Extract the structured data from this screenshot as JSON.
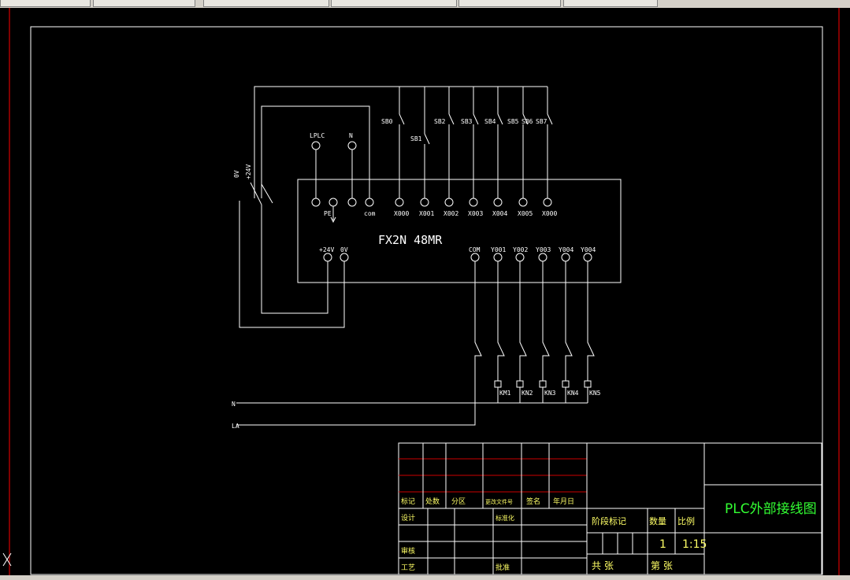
{
  "toolbar": {
    "tabs": [
      "",
      "",
      "",
      "",
      "",
      ""
    ]
  },
  "plc": {
    "model": "FX2N 48MR",
    "top_terminals": [
      "com",
      "X000",
      "X001",
      "X002",
      "X003",
      "X004",
      "X005",
      "X000"
    ],
    "power_labels": [
      "LPLC",
      "N"
    ],
    "pe_label": "PE",
    "supply_terminals": [
      "+24V",
      "0V"
    ],
    "output_terminals": [
      "COM",
      "Y001",
      "Y002",
      "Y003",
      "Y004",
      "Y004"
    ],
    "buttons": [
      "SB0",
      "SB1",
      "SB2",
      "SB3",
      "SB4",
      "SB5",
      "SB6",
      "SB7"
    ],
    "switch_labels": [
      "0V",
      "+24V"
    ],
    "coils": [
      "KM1",
      "KN2",
      "KN3",
      "KN4",
      "KN5"
    ],
    "lines": [
      "N",
      "LA"
    ]
  },
  "title_block": {
    "title": "PLC外部接线图",
    "row_labels": [
      "标记",
      "处数",
      "分区",
      "更改文件号",
      "签名",
      "年月日"
    ],
    "design": "设计",
    "standard": "标准化",
    "check": "审核",
    "process": "工艺",
    "approve": "批准",
    "stage": "阶段标记",
    "quantity": "数量",
    "scale_label": "比例",
    "qty_value": "1",
    "scale_value": "1:15",
    "total": "共    张",
    "sheet": "第    张"
  },
  "colors": {
    "background": "#000000",
    "line": "#ffffff",
    "title_text": "#33ff33",
    "table_red": "#cc0000",
    "label_yellow": "#ffff66",
    "border_red": "#ff0000"
  }
}
